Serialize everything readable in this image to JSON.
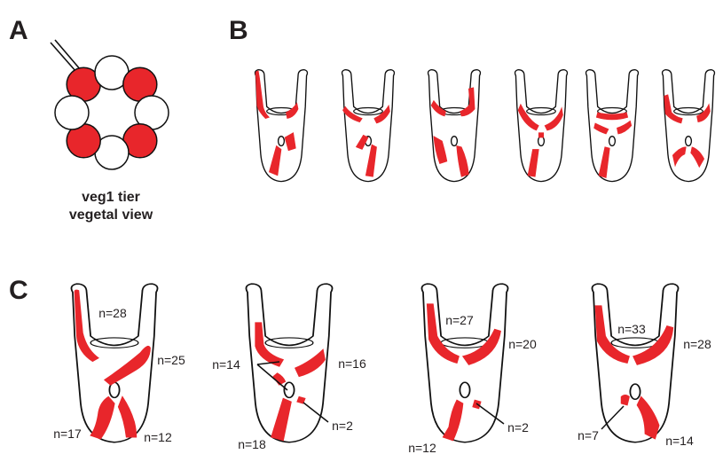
{
  "panels": {
    "a": {
      "letter": "A",
      "caption_line1": "veg1 tier",
      "caption_line2": "vegetal view"
    },
    "b": {
      "letter": "B"
    },
    "c": {
      "letter": "C"
    }
  },
  "colors": {
    "label": "#e8262b",
    "outline": "#111111",
    "text": "#231f20",
    "background": "#ffffff"
  },
  "blastomere_ring": {
    "cell_count": 8,
    "labeled": [
      true,
      false,
      true,
      false,
      true,
      false,
      true,
      false
    ]
  },
  "counts": {
    "c1": {
      "a": "n=28",
      "b": "n=25",
      "c": "n=17",
      "d": "n=12"
    },
    "c2": {
      "a": "n=14",
      "b": "n=16",
      "c": "n=2",
      "d": "n=18"
    },
    "c3": {
      "a": "n=27",
      "b": "n=20",
      "c": "n=2",
      "d": "n=12"
    },
    "c4": {
      "a": "n=33",
      "b": "n=28",
      "c": "n=7",
      "d": "n=14"
    }
  }
}
